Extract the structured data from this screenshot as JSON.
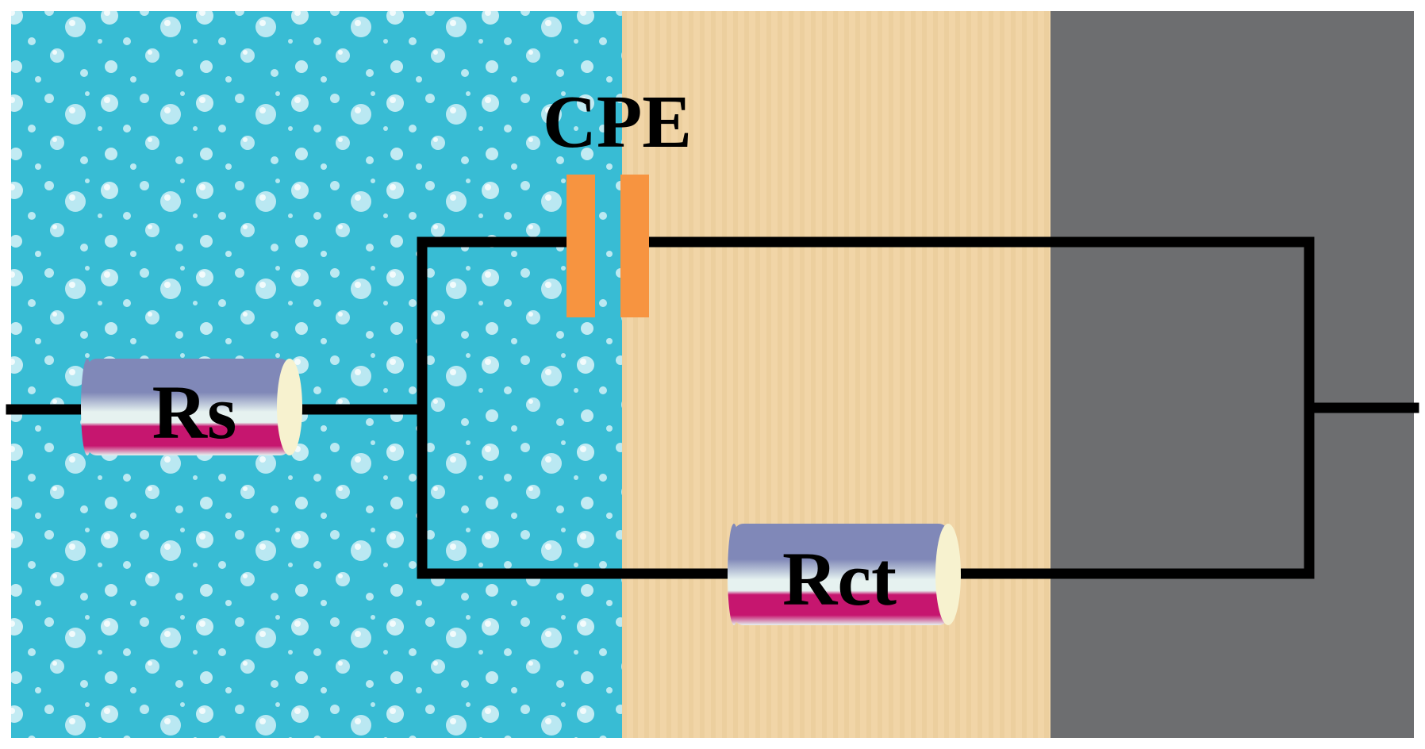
{
  "labels": {
    "cpe": "CPE",
    "rs": "Rs",
    "rct": "Rct"
  },
  "colors": {
    "electrolyte": "#38bcd4",
    "droplet": "#c9eef5",
    "coating": "#f1d5a7",
    "coating_stripe": "#e4c38e",
    "metal": "#6d6e70",
    "wire": "#000000",
    "capacitor_plate": "#f79440",
    "resistor_top": "#8088b8",
    "resistor_mid": "#e6f2f0",
    "resistor_bottom": "#c6166f",
    "resistor_cap": "#f7f2cf"
  }
}
